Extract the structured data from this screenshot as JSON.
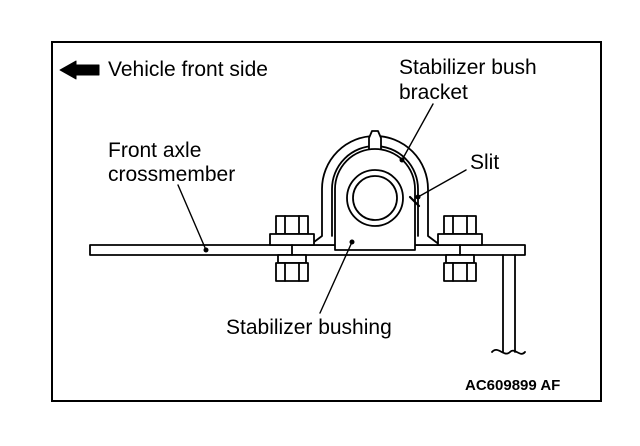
{
  "labels": {
    "vehicle_front": "Vehicle front side",
    "bracket_line1": "Stabilizer bush",
    "bracket_line2": "bracket",
    "slit": "Slit",
    "crossmember_line1": "Front axle",
    "crossmember_line2": "crossmember",
    "bushing": "Stabilizer bushing"
  },
  "figure_code": "AC609899 AF",
  "colors": {
    "ink": "#000000",
    "background": "#ffffff"
  },
  "icons": {
    "front_direction": "arrow-left-icon"
  }
}
